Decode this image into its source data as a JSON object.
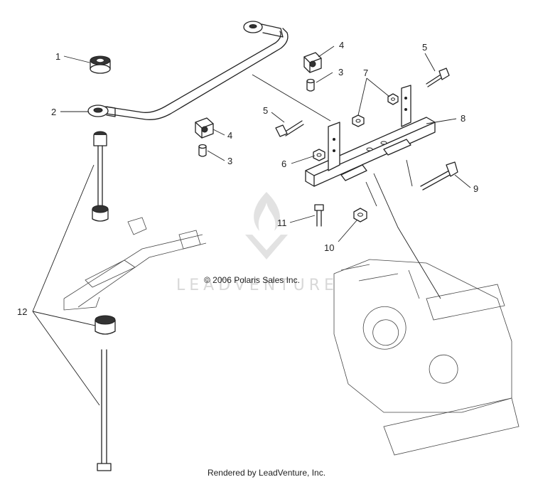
{
  "diagram": {
    "copyright": "© 2006 Polaris Sales Inc.",
    "watermark": "LEADVENTURE",
    "footer": "Rendered by LeadVenture, Inc.",
    "callouts": {
      "c1": "1",
      "c2": "2",
      "c3a": "3",
      "c3b": "3",
      "c4a": "4",
      "c4b": "4",
      "c5a": "5",
      "c5b": "5",
      "c6": "6",
      "c7": "7",
      "c8": "8",
      "c9": "9",
      "c10": "10",
      "c11": "11",
      "c12": "12"
    }
  },
  "colors": {
    "line": "#222222",
    "watermark": "#d8d8d8",
    "background": "#ffffff"
  }
}
